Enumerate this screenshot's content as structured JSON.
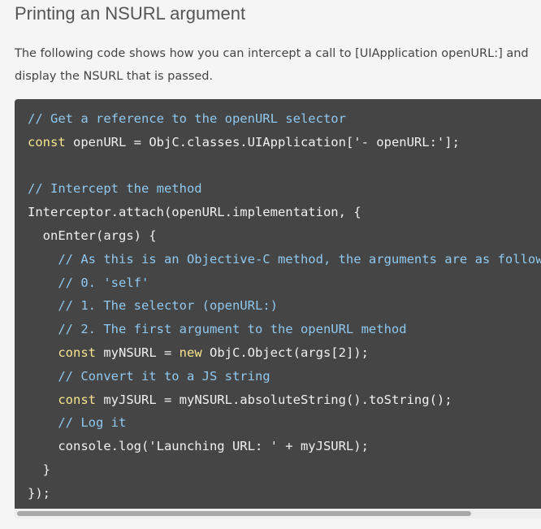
{
  "heading": "Printing an NSURL argument",
  "intro": "The following code shows how you can intercept a call to [UIApplication openURL:] and display the NSURL that is passed.",
  "code": {
    "lines": [
      [
        {
          "t": "comment",
          "v": "// Get a reference to the openURL selector"
        }
      ],
      [
        {
          "t": "keyword",
          "v": "const"
        },
        {
          "t": "plain",
          "v": " openURL = ObjC.classes.UIApplication['- openURL:'];"
        }
      ],
      [
        {
          "t": "plain",
          "v": ""
        }
      ],
      [
        {
          "t": "comment",
          "v": "// Intercept the method"
        }
      ],
      [
        {
          "t": "plain",
          "v": "Interceptor.attach(openURL.implementation, {"
        }
      ],
      [
        {
          "t": "plain",
          "v": "  onEnter(args) {"
        }
      ],
      [
        {
          "t": "plain",
          "v": "    "
        },
        {
          "t": "comment",
          "v": "// As this is an Objective-C method, the arguments are as follows:"
        }
      ],
      [
        {
          "t": "plain",
          "v": "    "
        },
        {
          "t": "comment",
          "v": "// 0. 'self'"
        }
      ],
      [
        {
          "t": "plain",
          "v": "    "
        },
        {
          "t": "comment",
          "v": "// 1. The selector (openURL:)"
        }
      ],
      [
        {
          "t": "plain",
          "v": "    "
        },
        {
          "t": "comment",
          "v": "// 2. The first argument to the openURL method"
        }
      ],
      [
        {
          "t": "plain",
          "v": "    "
        },
        {
          "t": "keyword",
          "v": "const"
        },
        {
          "t": "plain",
          "v": " myNSURL = "
        },
        {
          "t": "keyword",
          "v": "new"
        },
        {
          "t": "plain",
          "v": " ObjC.Object(args[2]);"
        }
      ],
      [
        {
          "t": "plain",
          "v": "    "
        },
        {
          "t": "comment",
          "v": "// Convert it to a JS string"
        }
      ],
      [
        {
          "t": "plain",
          "v": "    "
        },
        {
          "t": "keyword",
          "v": "const"
        },
        {
          "t": "plain",
          "v": " myJSURL = myNSURL.absoluteString().toString();"
        }
      ],
      [
        {
          "t": "plain",
          "v": "    "
        },
        {
          "t": "comment",
          "v": "// Log it"
        }
      ],
      [
        {
          "t": "plain",
          "v": "    console.log('Launching URL: ' + myJSURL);"
        }
      ],
      [
        {
          "t": "plain",
          "v": "  }"
        }
      ],
      [
        {
          "t": "plain",
          "v": "});"
        }
      ]
    ]
  },
  "scroll": {
    "horizontal_position": 0,
    "visible_fraction": 0.87
  },
  "colors": {
    "code_background": "#454545",
    "comment": "#8fc8ef",
    "keyword": "#f6e58d",
    "plain": "#f0f0f0"
  }
}
